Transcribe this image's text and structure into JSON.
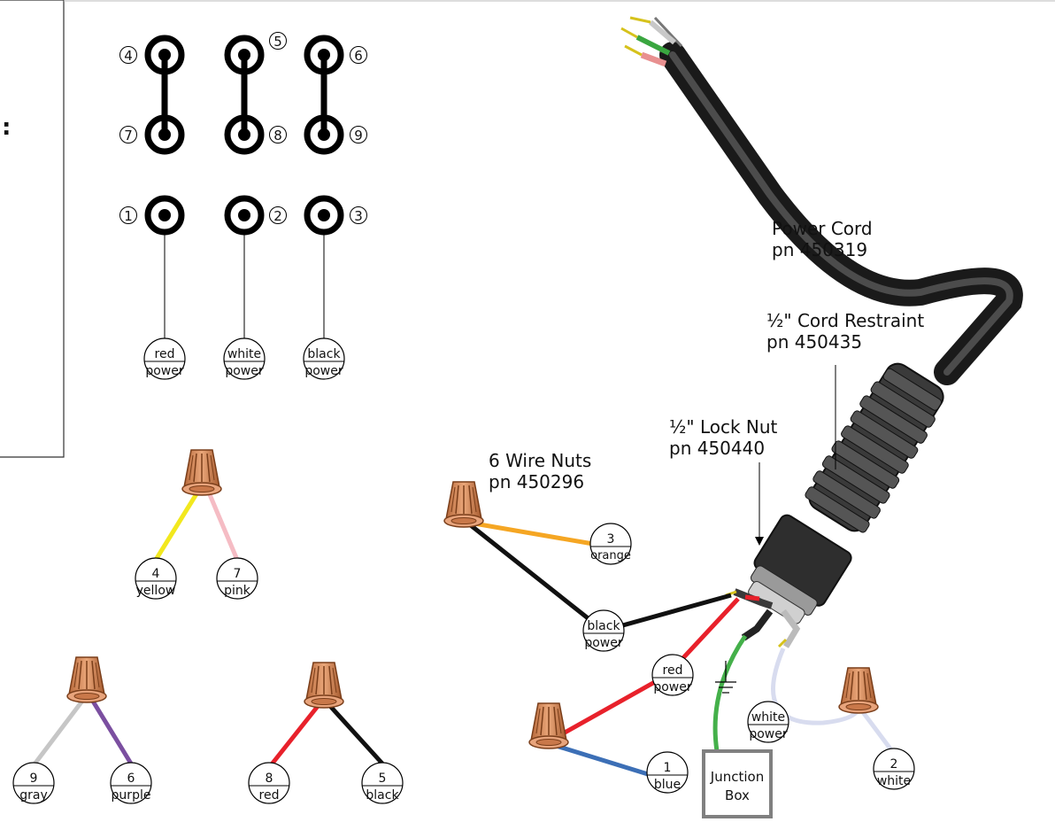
{
  "panel": {
    "glyph": ":"
  },
  "terminals": {
    "t4": "4",
    "t5": "5",
    "t6": "6",
    "t7": "7",
    "t8": "8",
    "t9": "9",
    "t1": "1",
    "t2": "2",
    "t3": "3"
  },
  "power_tags": [
    {
      "top": "red",
      "bottom": "power"
    },
    {
      "top": "white",
      "bottom": "power"
    },
    {
      "top": "black",
      "bottom": "power"
    }
  ],
  "wire_tags": {
    "yellow": {
      "top": "4",
      "bottom": "yellow"
    },
    "pink": {
      "top": "7",
      "bottom": "pink"
    },
    "gray": {
      "top": "9",
      "bottom": "gray"
    },
    "purple": {
      "top": "6",
      "bottom": "purple"
    },
    "red": {
      "top": "8",
      "bottom": "red"
    },
    "black": {
      "top": "5",
      "bottom": "black"
    },
    "orange": {
      "top": "3",
      "bottom": "orange"
    },
    "blue": {
      "top": "1",
      "bottom": "blue"
    },
    "white": {
      "top": "2",
      "bottom": "white"
    }
  },
  "cord_tags": {
    "black_power": {
      "top": "black",
      "bottom": "power"
    },
    "red_power": {
      "top": "red",
      "bottom": "power"
    },
    "white_power": {
      "top": "white",
      "bottom": "power"
    }
  },
  "callouts": {
    "power_cord": {
      "line1": "Power Cord",
      "line2": "pn 450319"
    },
    "cord_restraint": {
      "line1": "½\" Cord Restraint",
      "line2": "pn 450435"
    },
    "lock_nut": {
      "line1": "½\" Lock Nut",
      "line2": "pn 450440"
    },
    "wire_nuts": {
      "line1": "6 Wire Nuts",
      "line2": "pn 450296"
    }
  },
  "junction_box": {
    "line1": "Junction",
    "line2": "Box"
  },
  "colors": {
    "copper": "#d4875a",
    "copper_dark": "#8a4a22",
    "yellow": "#f2e81e",
    "pink": "#f5bcc4",
    "gray": "#c6c6c6",
    "purple": "#7b4fa0",
    "red": "#e8212b",
    "black": "#111111",
    "orange": "#f5a623",
    "blue": "#3c6fb6",
    "white_wire": "#d8dcef",
    "green": "#44b04a",
    "box": "#808080"
  }
}
